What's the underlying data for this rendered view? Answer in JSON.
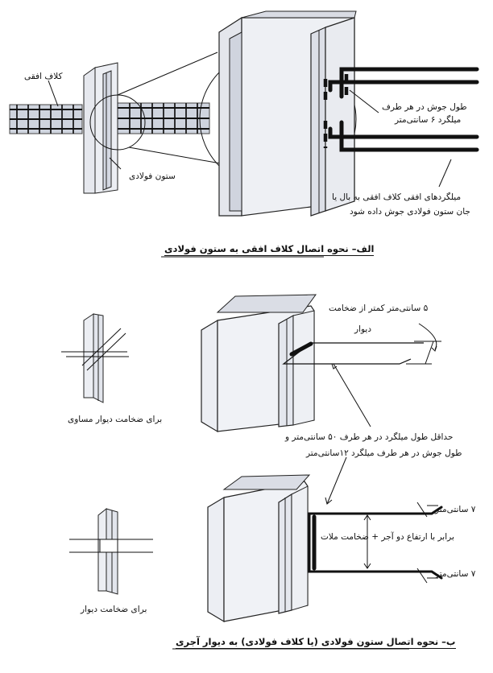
{
  "section_a": {
    "caption": "الف– نحوه اتصال کلاف افقی به ستون فولادی",
    "labels": {
      "horizontal_tie": "کلاف افقی",
      "steel_column": "ستون فولادی",
      "weld_length_1": "طول جوش در هر طرف",
      "weld_length_2": "میلگرد ۶ سانتی‌متر",
      "bars_note_1": "میلگردهای افقی کلاف افقی به بال یا",
      "bars_note_2": "جان ستون فولادی جوش داده شود"
    }
  },
  "section_b": {
    "caption": "ب– نحوه اتصال ستون فولادی (یا کلاف فولادی) به دیوار آجری",
    "labels": {
      "equal_wall": "برای ضخامت دیوار مساوی",
      "wall_thickness": "برای ضخامت دیوار",
      "five_cm_1": "۵ سانتی‌متر کمتر از ضخامت",
      "five_cm_2": "دیوار",
      "min_length_1": "حداقل طول میلگرد در هر طرف ۵۰ سانتی‌متر و",
      "min_length_2": "طول جوش در هر طرف میلگرد ۱۲سانتی‌متر",
      "seven_cm_top": "۷ سانتی‌متر",
      "seven_cm_bottom": "۷ سانتی‌متر",
      "brick_height": "برابر با ارتفاع دو آجر + ضخامت ملات"
    }
  }
}
